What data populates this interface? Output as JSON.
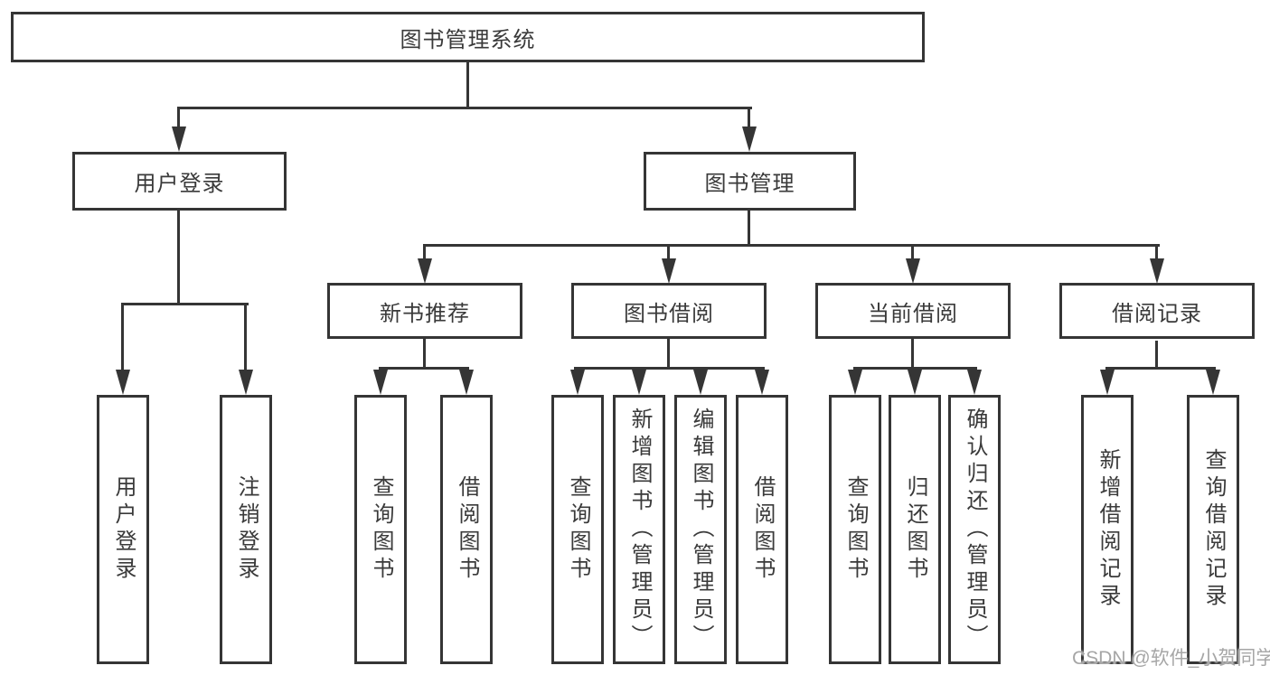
{
  "diagram": {
    "root": {
      "label": "图书管理系统"
    },
    "user_login": {
      "label": "用户登录",
      "children": {
        "login": {
          "label": "用户登录"
        },
        "logout": {
          "label": "注销登录"
        }
      }
    },
    "book_management": {
      "label": "图书管理",
      "children": {
        "new_book_recommend": {
          "label": "新书推荐",
          "children": {
            "query_books": {
              "label": "查询图书"
            },
            "borrow_books": {
              "label": "借阅图书"
            }
          }
        },
        "book_borrow": {
          "label": "图书借阅",
          "children": {
            "query_books": {
              "label": "查询图书"
            },
            "add_books_admin": {
              "label": "新增图书（管理员）"
            },
            "edit_books_admin": {
              "label": "编辑图书（管理员）"
            },
            "borrow_books": {
              "label": "借阅图书"
            }
          }
        },
        "current_borrow": {
          "label": "当前借阅",
          "children": {
            "query_books": {
              "label": "查询图书"
            },
            "return_books": {
              "label": "归还图书"
            },
            "confirm_return_admin": {
              "label": "确认归还（管理员）"
            }
          }
        },
        "borrow_records": {
          "label": "借阅记录",
          "children": {
            "add_borrow_record": {
              "label": "新增借阅记录"
            },
            "query_borrow_record": {
              "label": "查询借阅记录"
            }
          }
        }
      }
    }
  },
  "watermark": {
    "text": "CSDN @软件_小贺同学"
  },
  "colors": {
    "line": "#353535",
    "text": "#3a3a3a",
    "background": "#ffffff",
    "watermark": "#a6a6a6"
  }
}
